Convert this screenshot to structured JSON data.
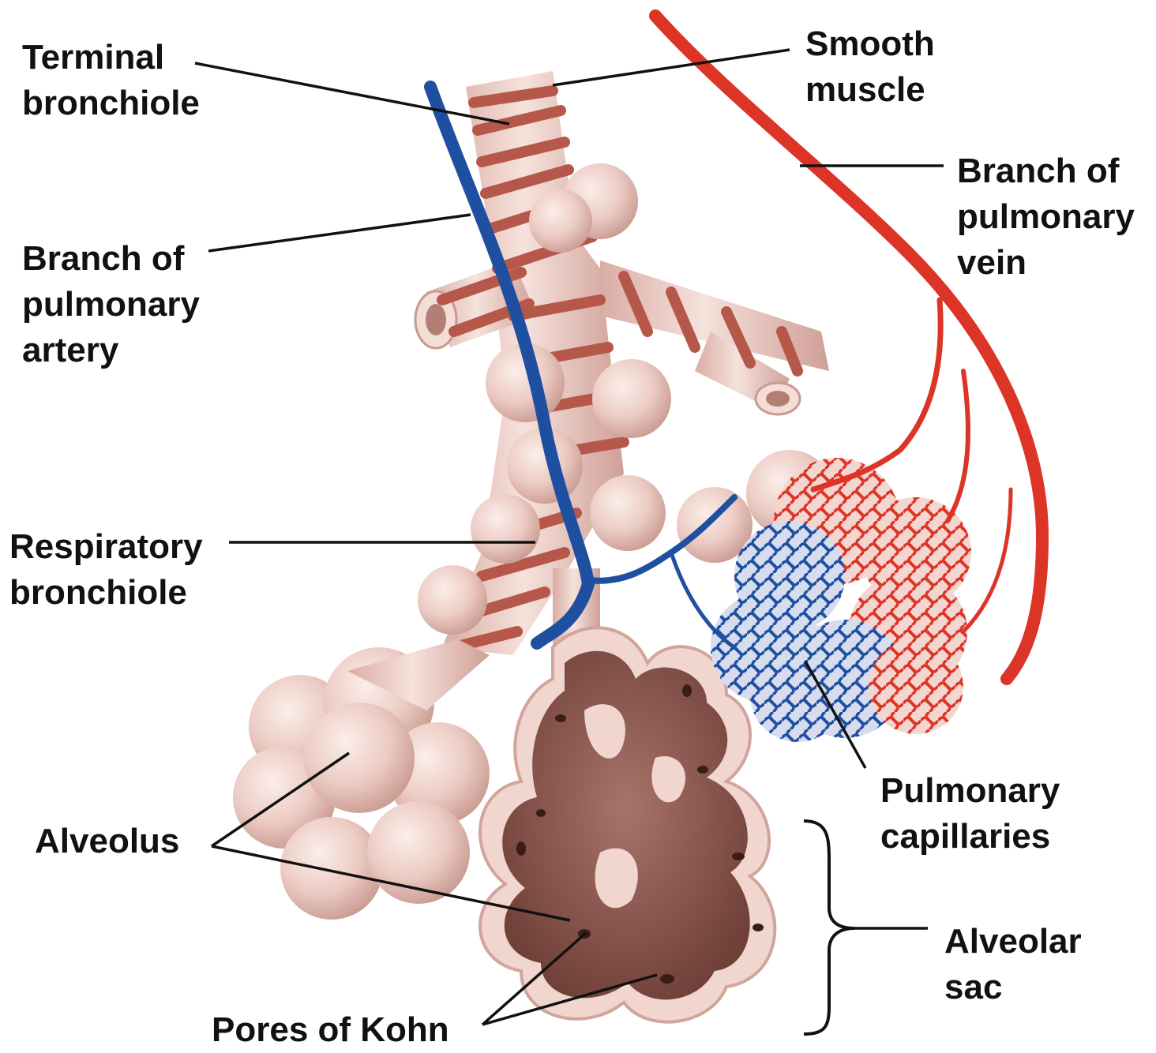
{
  "labels": {
    "terminal_bronchiole": [
      "Terminal",
      "bronchiole"
    ],
    "smooth_muscle": [
      "Smooth",
      "muscle"
    ],
    "branch_pulmonary_vein": [
      "Branch of",
      "pulmonary",
      "vein"
    ],
    "branch_pulmonary_artery": [
      "Branch of",
      "pulmonary",
      "artery"
    ],
    "respiratory_bronchiole": [
      "Respiratory",
      "bronchiole"
    ],
    "alveolus": [
      "Alveolus"
    ],
    "pulmonary_capillaries": [
      "Pulmonary",
      "capillaries"
    ],
    "alveolar_sac": [
      "Alveolar",
      "sac"
    ],
    "pores_of_kohn": [
      "Pores of Kohn"
    ]
  },
  "colors": {
    "tissue": "#efd3cc",
    "tissue_shadow": "#cf9f96",
    "muscle": "#b5584a",
    "artery_blue": "#1f4fa0",
    "vein_red": "#dd3428",
    "sac_interior": "#8a564a",
    "leader_line": "#111111"
  }
}
